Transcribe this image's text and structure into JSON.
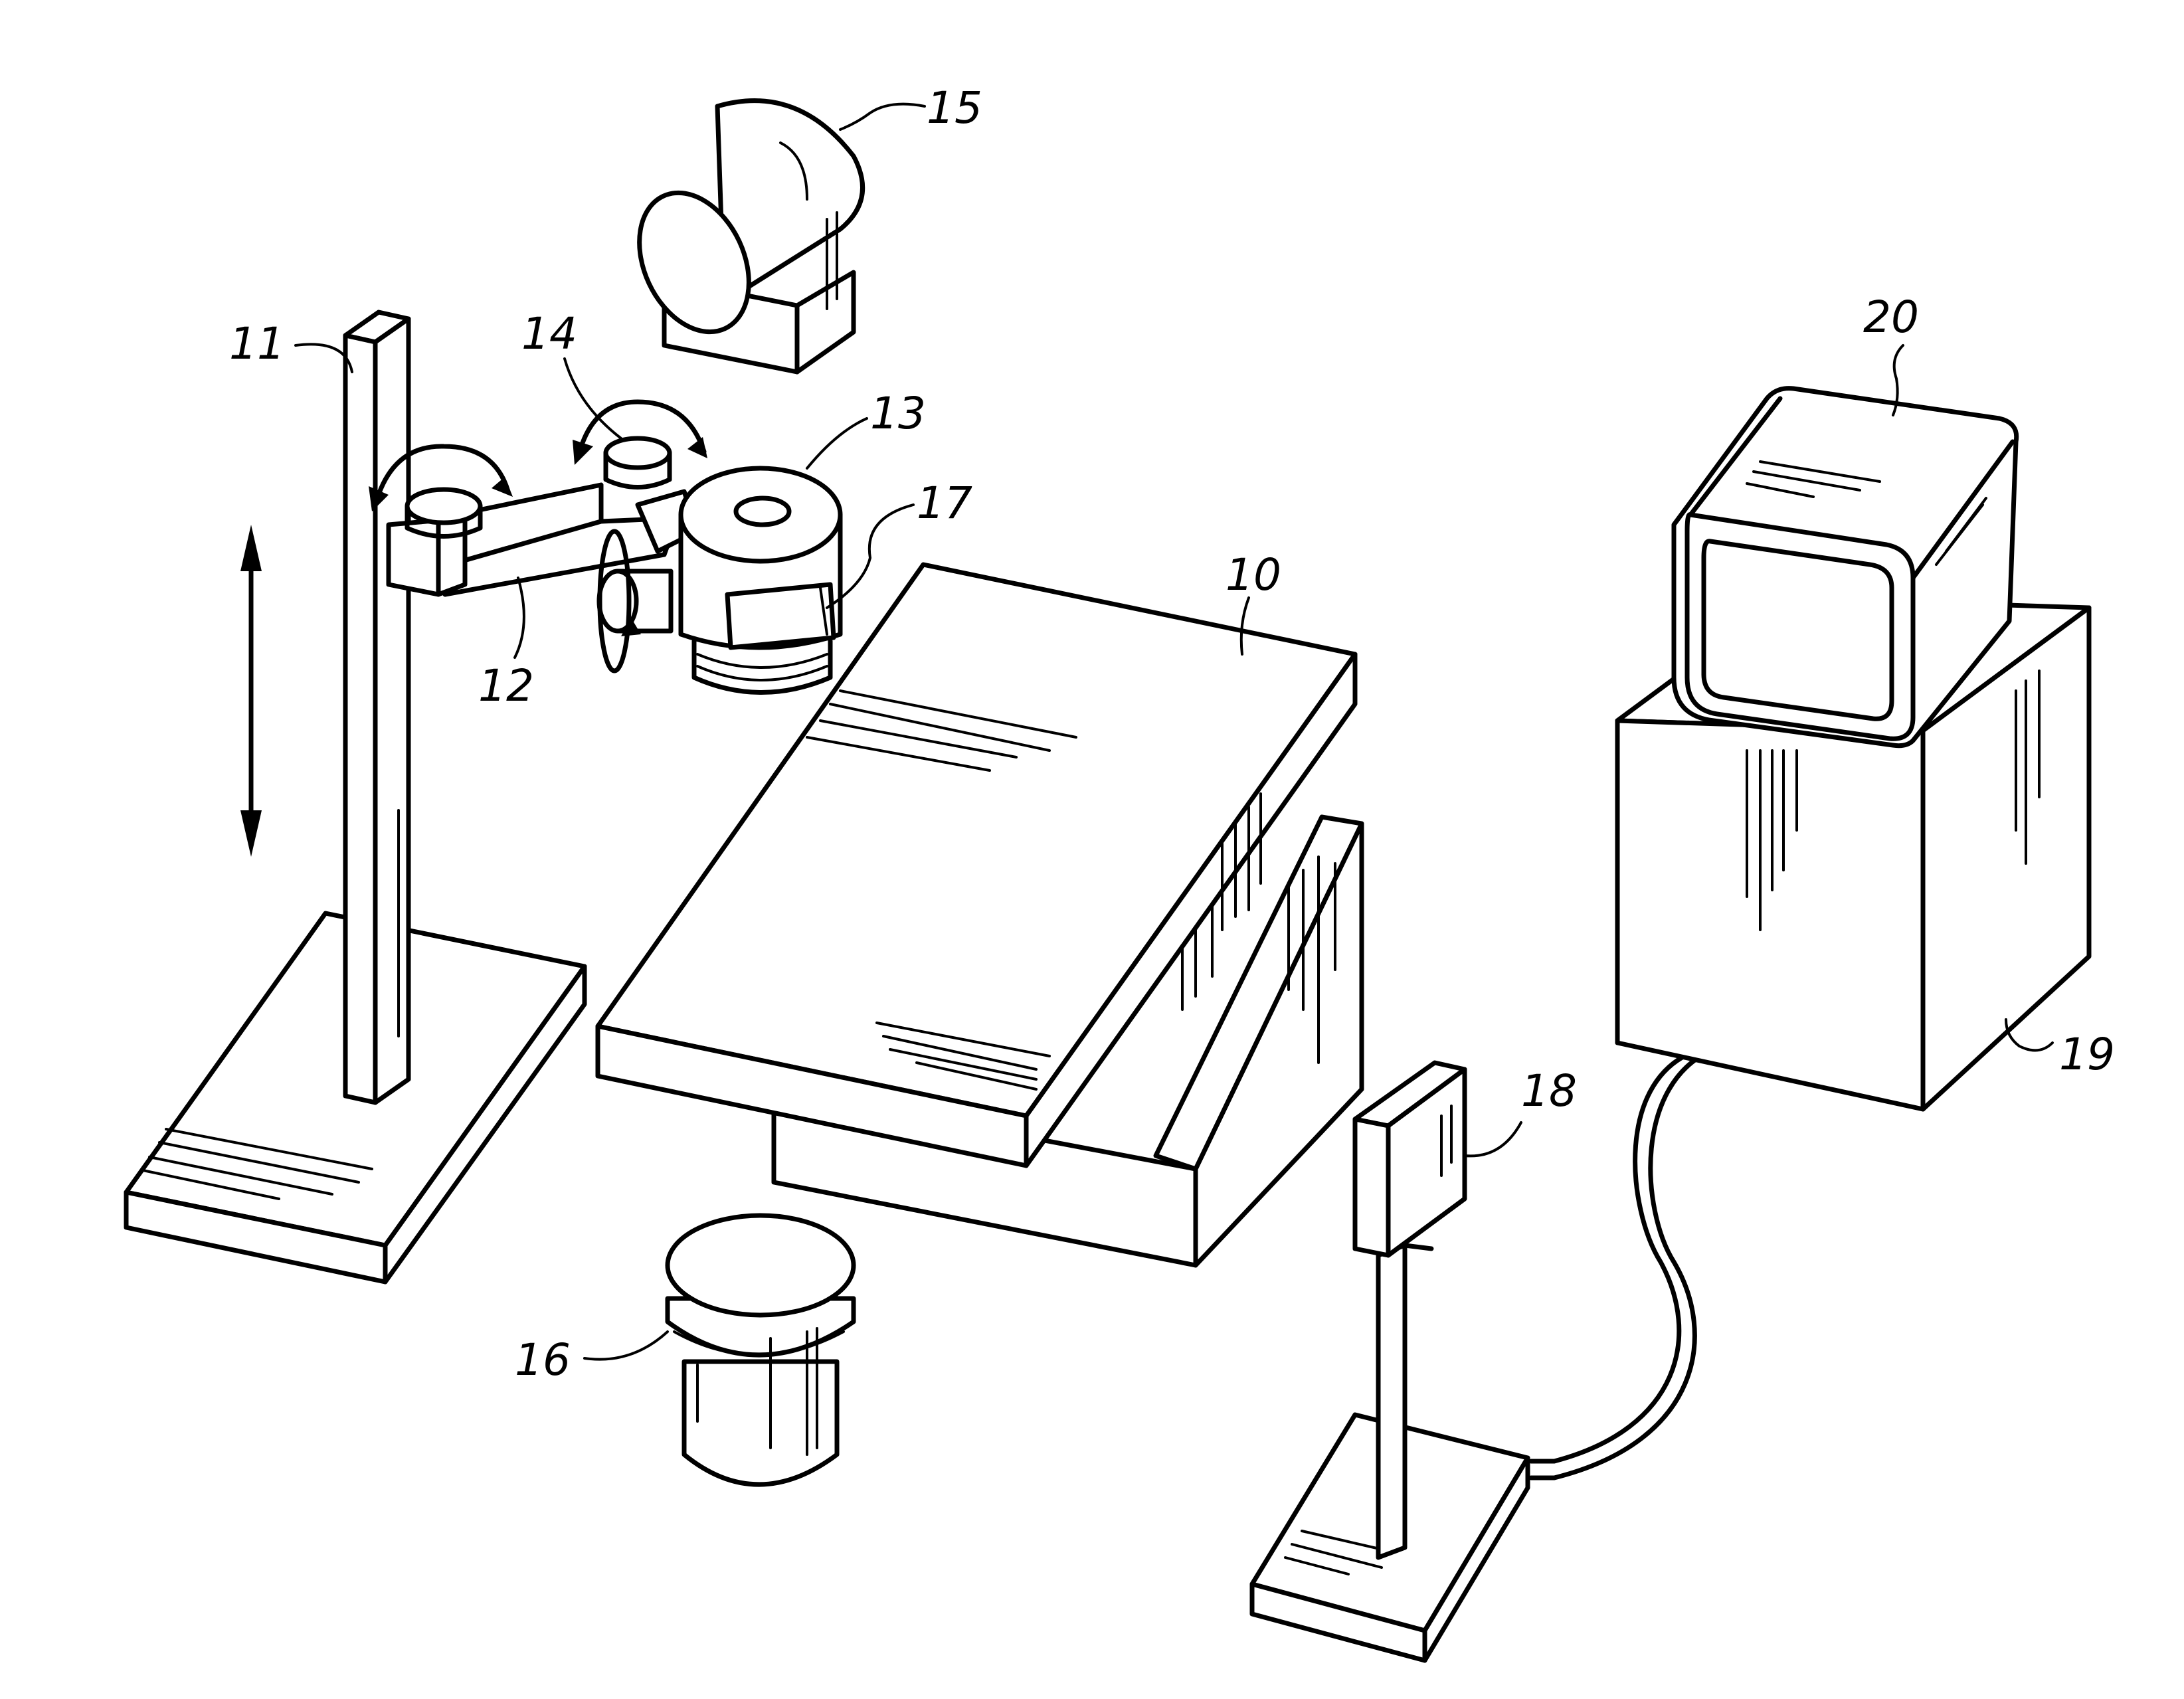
{
  "figure": {
    "labels": {
      "table": "10",
      "column": "11",
      "arm": "12",
      "head": "13",
      "joint": "14",
      "light_source": "15",
      "light_unit": "16",
      "window": "17",
      "foot_switch": "18",
      "controller": "19",
      "monitor": "20"
    },
    "ink_color": "#000000",
    "paper_color": "#ffffff"
  }
}
